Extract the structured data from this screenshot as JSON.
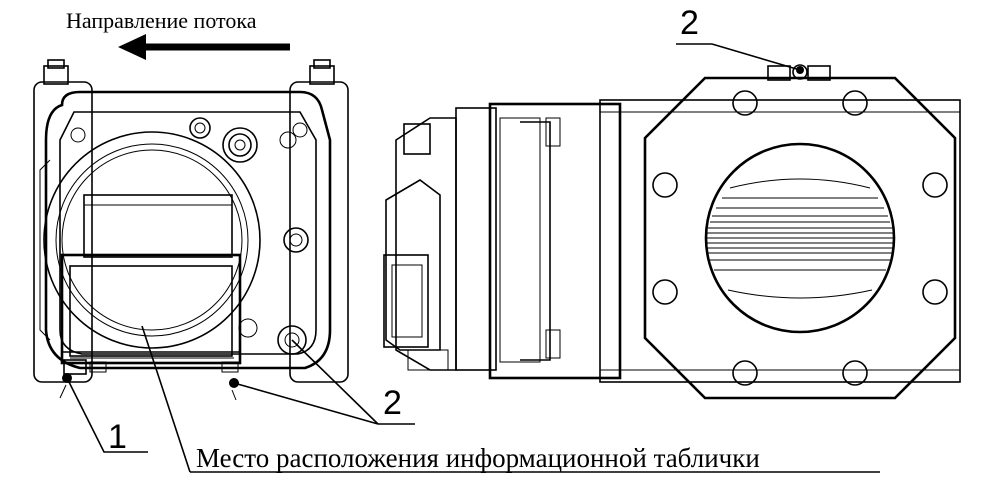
{
  "diagram": {
    "flow_label": "Направление потока",
    "plate_label": "Место расположения информационной таблички",
    "callout_1": "1",
    "callout_2_left": "2",
    "callout_2_top": "2"
  }
}
